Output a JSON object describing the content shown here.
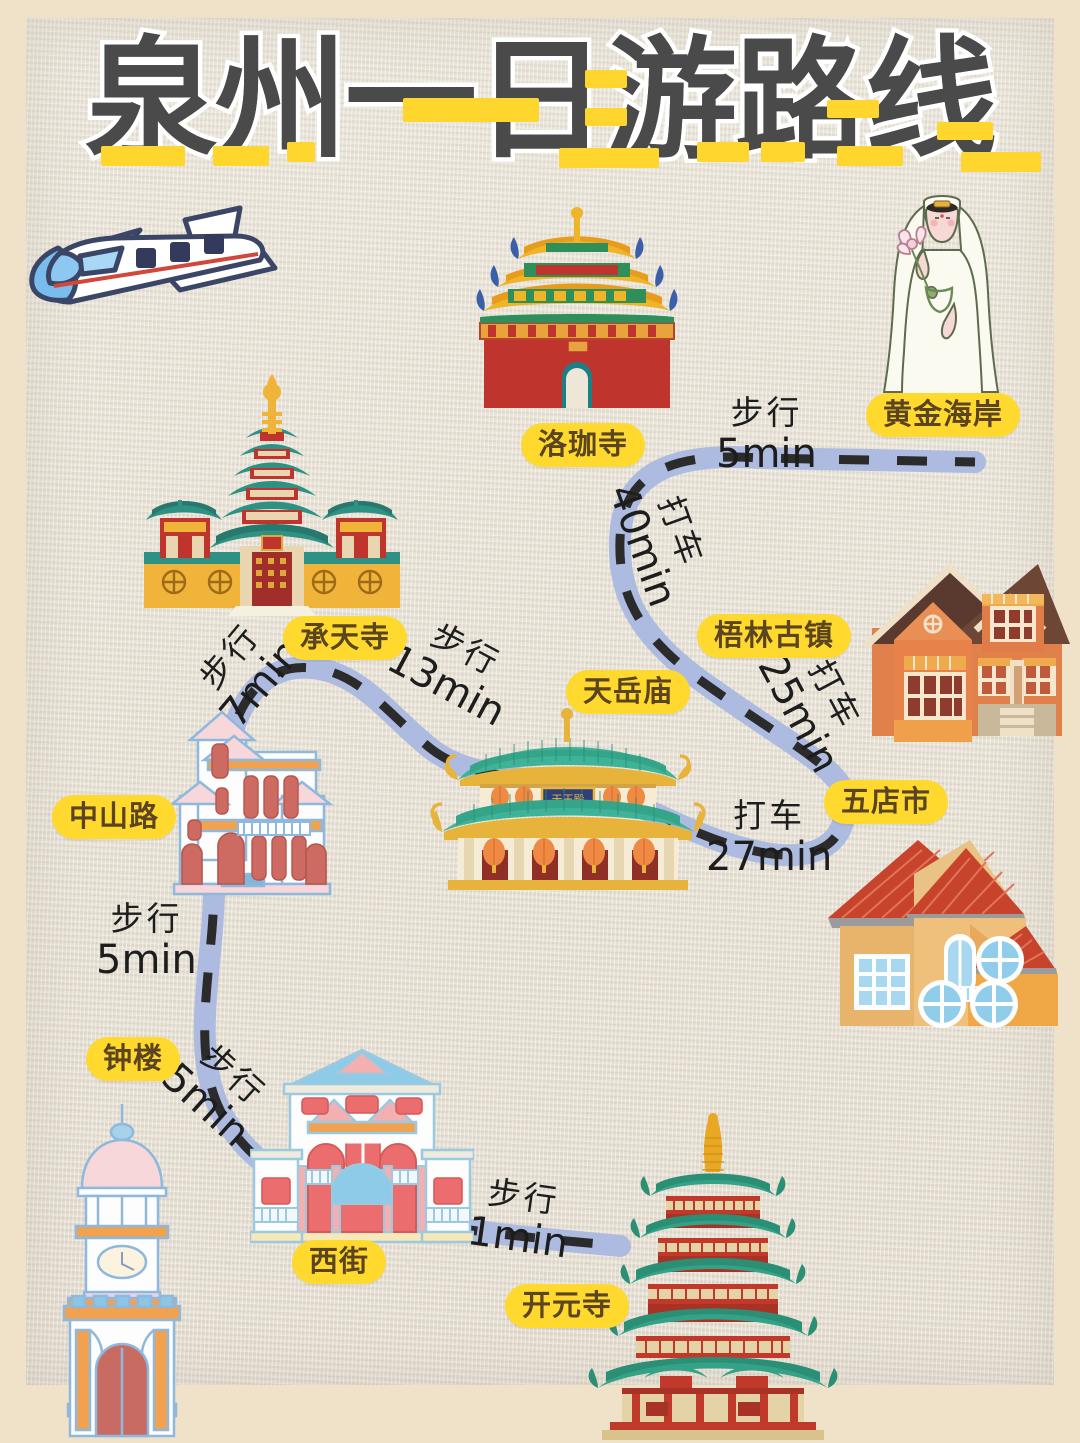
{
  "poster": {
    "title": "泉州一日游路线",
    "background_color": "#e6dfd1",
    "frame_color": "#efe2c8",
    "accent_yellow": "#ffd92e",
    "title_color": "#4a4a4a",
    "route_color": "#aebbe0"
  },
  "stops": [
    {
      "id": "luojiasi",
      "label": "洛珈寺",
      "icon": "temple-gate-icon"
    },
    {
      "id": "huangjinhaian",
      "label": "黄金海岸",
      "icon": "guanyin-statue-icon"
    },
    {
      "id": "wulingucheng",
      "label": "梧林古镇",
      "icon": "orange-house-icon"
    },
    {
      "id": "wudianshi",
      "label": "五店市",
      "icon": "yellow-house-icon"
    },
    {
      "id": "tianyuemiao",
      "label": "天岳庙",
      "icon": "green-roof-temple-icon"
    },
    {
      "id": "chengtiansi",
      "label": "承天寺",
      "icon": "pagoda-complex-icon"
    },
    {
      "id": "zhongshanlu",
      "label": "中山路",
      "icon": "colonial-building-icon"
    },
    {
      "id": "zhonglou",
      "label": "钟楼",
      "icon": "clock-tower-icon"
    },
    {
      "id": "xijie",
      "label": "西街",
      "icon": "archway-building-icon"
    },
    {
      "id": "kaiyuansi",
      "label": "开元寺",
      "icon": "tall-pagoda-icon"
    }
  ],
  "legs": [
    {
      "id": "leg-1",
      "mode": "步行",
      "time": "5min",
      "from": "黄金海岸",
      "to": "洛珈寺"
    },
    {
      "id": "leg-2",
      "mode": "打车",
      "time": "40min",
      "from": "洛珈寺",
      "to": "梧林古镇"
    },
    {
      "id": "leg-3",
      "mode": "打车",
      "time": "25min",
      "from": "梧林古镇",
      "to": "五店市"
    },
    {
      "id": "leg-4",
      "mode": "打车",
      "time": "27min",
      "from": "五店市",
      "to": "天岳庙"
    },
    {
      "id": "leg-5",
      "mode": "步行",
      "time": "13min",
      "from": "天岳庙",
      "to": "承天寺"
    },
    {
      "id": "leg-6",
      "mode": "步行",
      "time": "7min",
      "from": "承天寺",
      "to": "中山路"
    },
    {
      "id": "leg-7",
      "mode": "步行",
      "time": "5min",
      "from": "中山路",
      "to": "钟楼"
    },
    {
      "id": "leg-8",
      "mode": "步行",
      "time": "5min",
      "from": "钟楼",
      "to": "西街"
    },
    {
      "id": "leg-9",
      "mode": "步行",
      "time": "1min",
      "from": "西街",
      "to": "开元寺"
    }
  ],
  "decorations": [
    {
      "id": "airplane",
      "icon": "airplane-icon"
    }
  ]
}
